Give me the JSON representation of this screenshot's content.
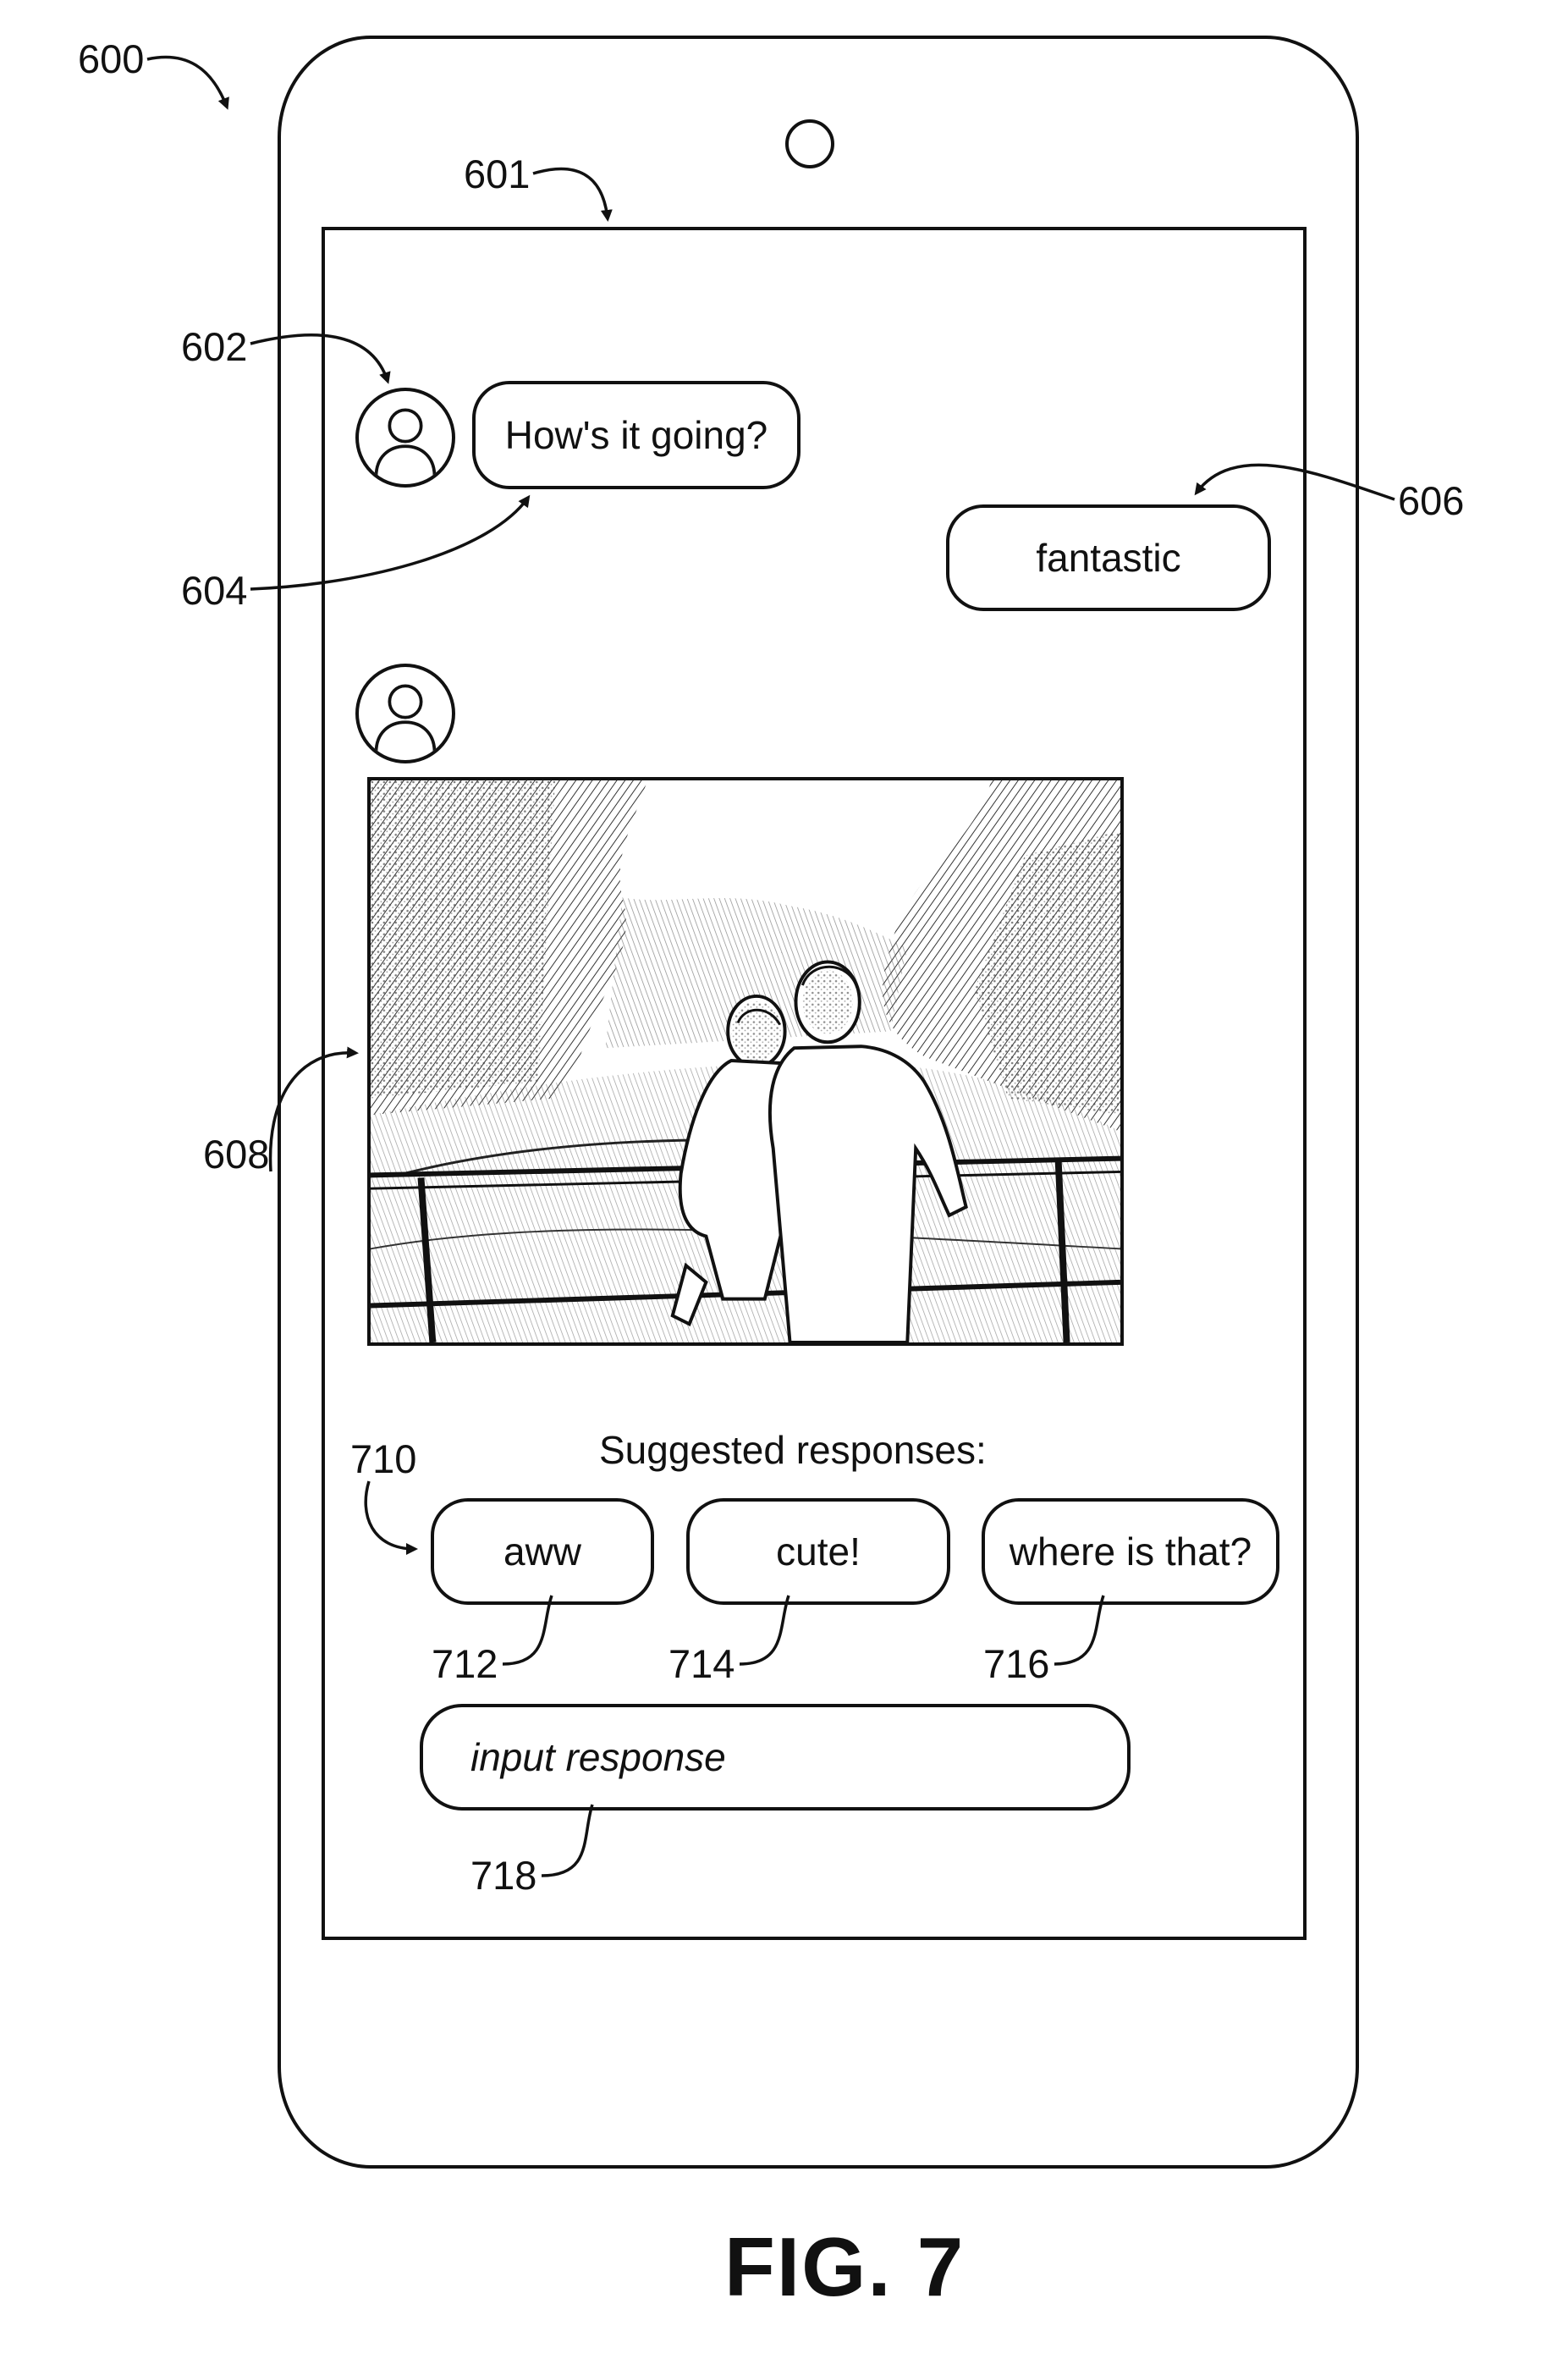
{
  "references": {
    "device": "600",
    "screen": "601",
    "avatar_1": "602",
    "bubble_1": "604",
    "bubble_reply": "606",
    "image": "608",
    "suggestions_group": "710",
    "suggestion_1": "712",
    "suggestion_2": "714",
    "suggestion_3": "716",
    "input_field": "718"
  },
  "chat": {
    "incoming_message": "How's it going?",
    "outgoing_message": "fantastic"
  },
  "suggestions": {
    "title": "Suggested responses:",
    "items": [
      {
        "label": "aww"
      },
      {
        "label": "cute!"
      },
      {
        "label": "where is that?"
      }
    ],
    "input_placeholder": "input response"
  },
  "figure_label": "FIG. 7",
  "icons": {
    "avatar": "person-icon",
    "camera": "camera-icon"
  }
}
